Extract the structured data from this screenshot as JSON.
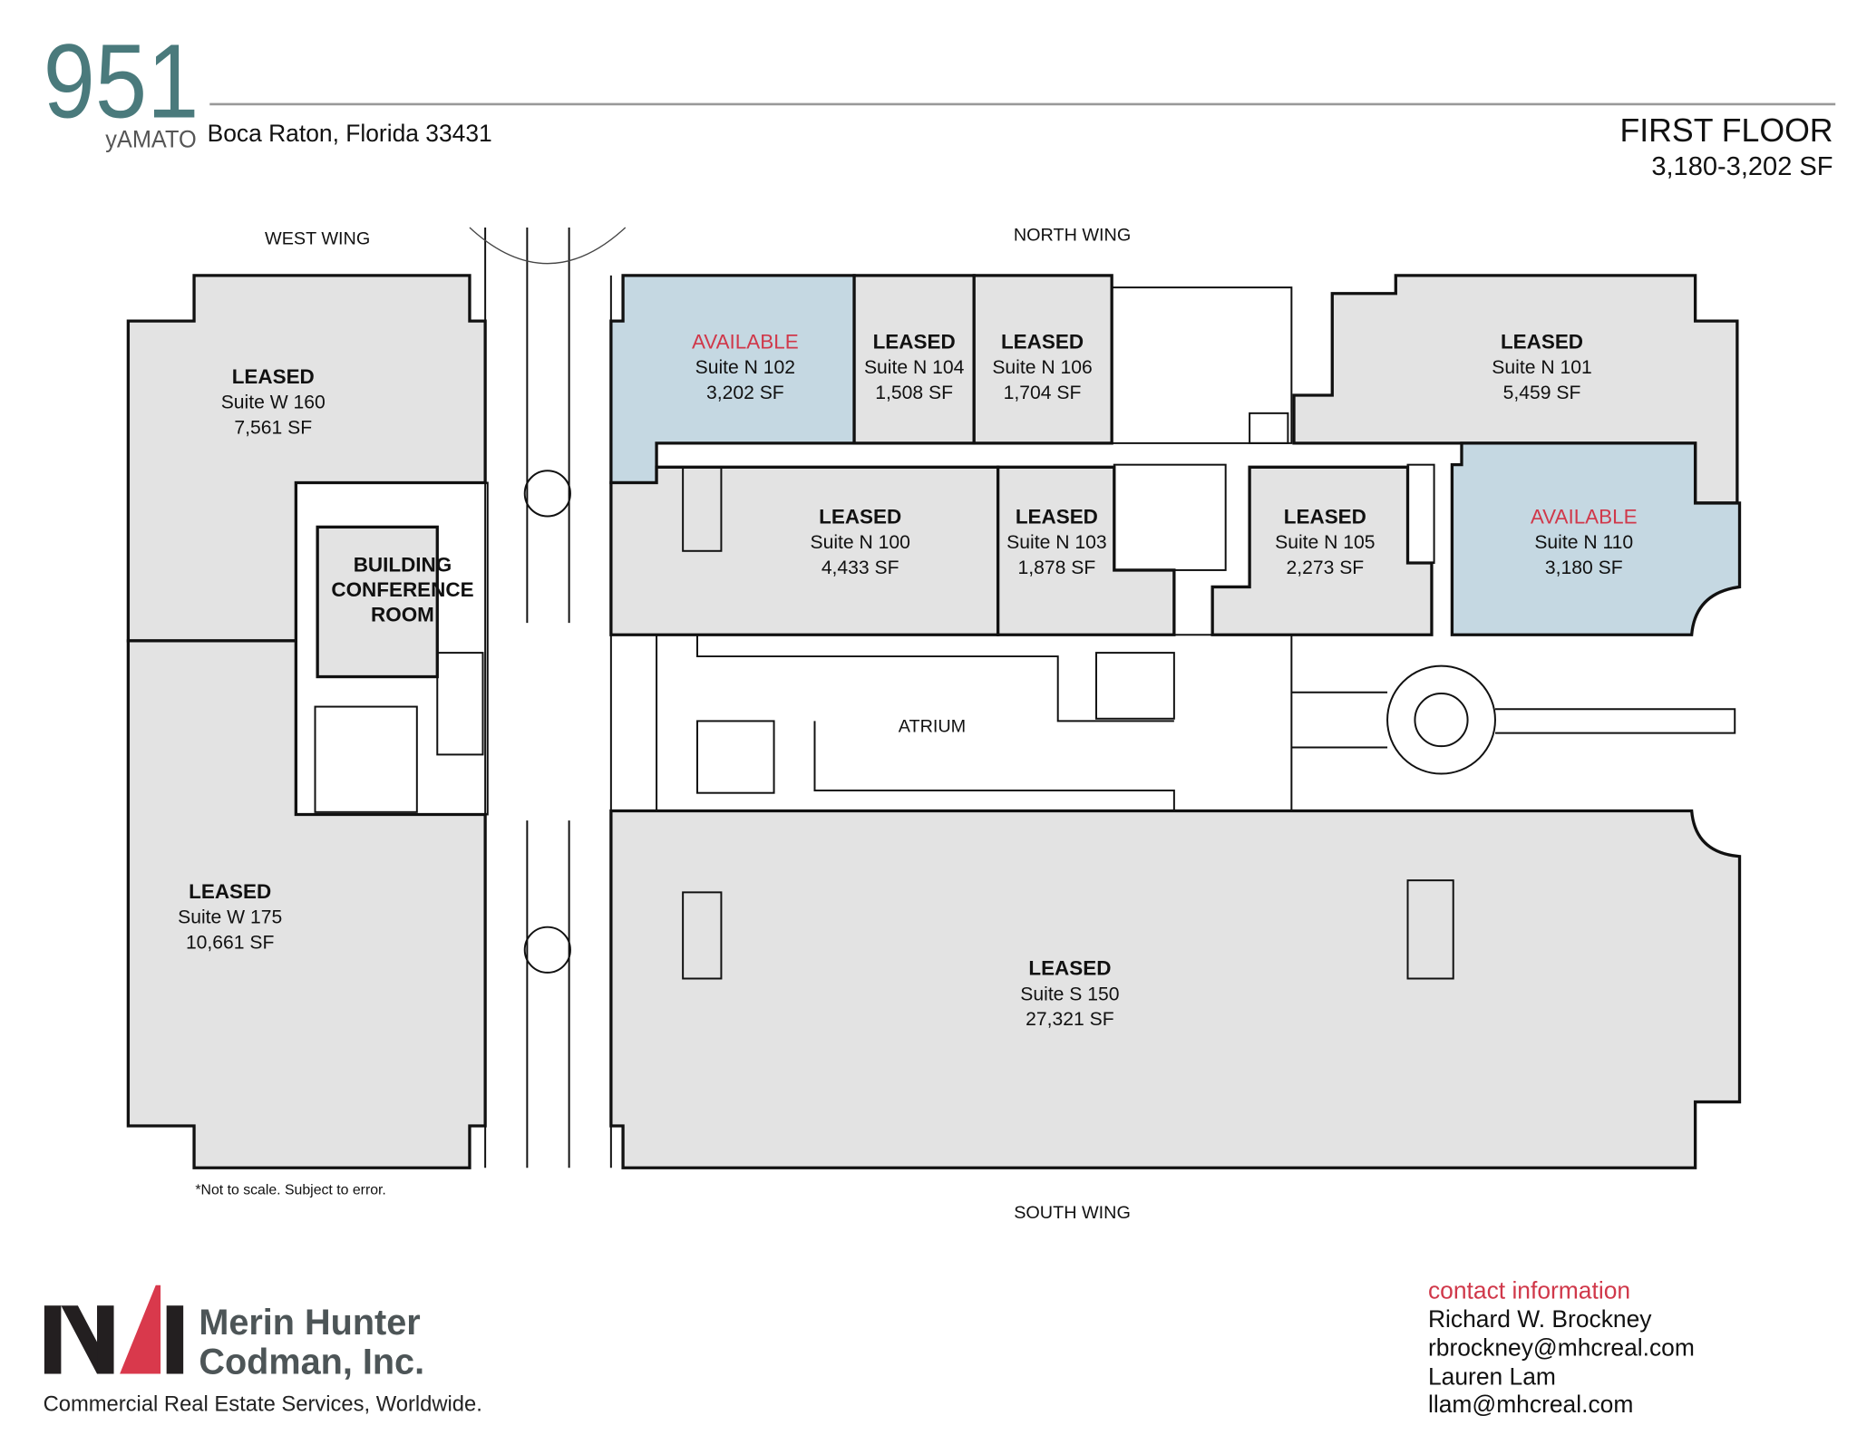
{
  "header": {
    "logo_number": "951",
    "logo_word": "yAMATO",
    "address": "Boca Raton, Florida 33431",
    "floor_title": "FIRST FLOOR",
    "floor_sf": "3,180-3,202 SF",
    "brand_color": "#4a7a7c"
  },
  "wings": {
    "west": "WEST WING",
    "north": "NORTH WING",
    "south": "SOUTH WING"
  },
  "colors": {
    "leased": "#e3e3e3",
    "available": "#c5d8e2",
    "available_text": "#d0384a"
  },
  "suites": [
    {
      "status": "LEASED",
      "suite": "Suite W 160",
      "sf": "7,561 SF"
    },
    {
      "status": "LEASED",
      "suite": "Suite W 175",
      "sf": "10,661 SF"
    },
    {
      "status": "AVAILABLE",
      "suite": "Suite N 102",
      "sf": "3,202 SF"
    },
    {
      "status": "LEASED",
      "suite": "Suite N 104",
      "sf": "1,508 SF"
    },
    {
      "status": "LEASED",
      "suite": "Suite N 106",
      "sf": "1,704 SF"
    },
    {
      "status": "LEASED",
      "suite": "Suite N 101",
      "sf": "5,459 SF"
    },
    {
      "status": "LEASED",
      "suite": "Suite N 100",
      "sf": "4,433 SF"
    },
    {
      "status": "LEASED",
      "suite": "Suite N 103",
      "sf": "1,878 SF"
    },
    {
      "status": "LEASED",
      "suite": "Suite N 105",
      "sf": "2,273 SF"
    },
    {
      "status": "AVAILABLE",
      "suite": "Suite N 110",
      "sf": "3,180 SF"
    },
    {
      "status": "LEASED",
      "suite": "Suite S 150",
      "sf": "27,321 SF"
    }
  ],
  "conference": [
    "BUILDING",
    "CONFERENCE",
    "ROOM"
  ],
  "atrium": "ATRIUM",
  "note": "*Not to scale.  Subject to error.",
  "footer": {
    "logo_letters": "NAI",
    "company_line1": "Merin Hunter",
    "company_line2": "Codman, Inc.",
    "tagline": "Commercial Real Estate Services, Worldwide.",
    "contact_heading": "contact information",
    "contacts": [
      "Richard W. Brockney",
      "rbrockney@mhcreal.com",
      "Lauren Lam",
      "llam@mhcreal.com"
    ]
  }
}
